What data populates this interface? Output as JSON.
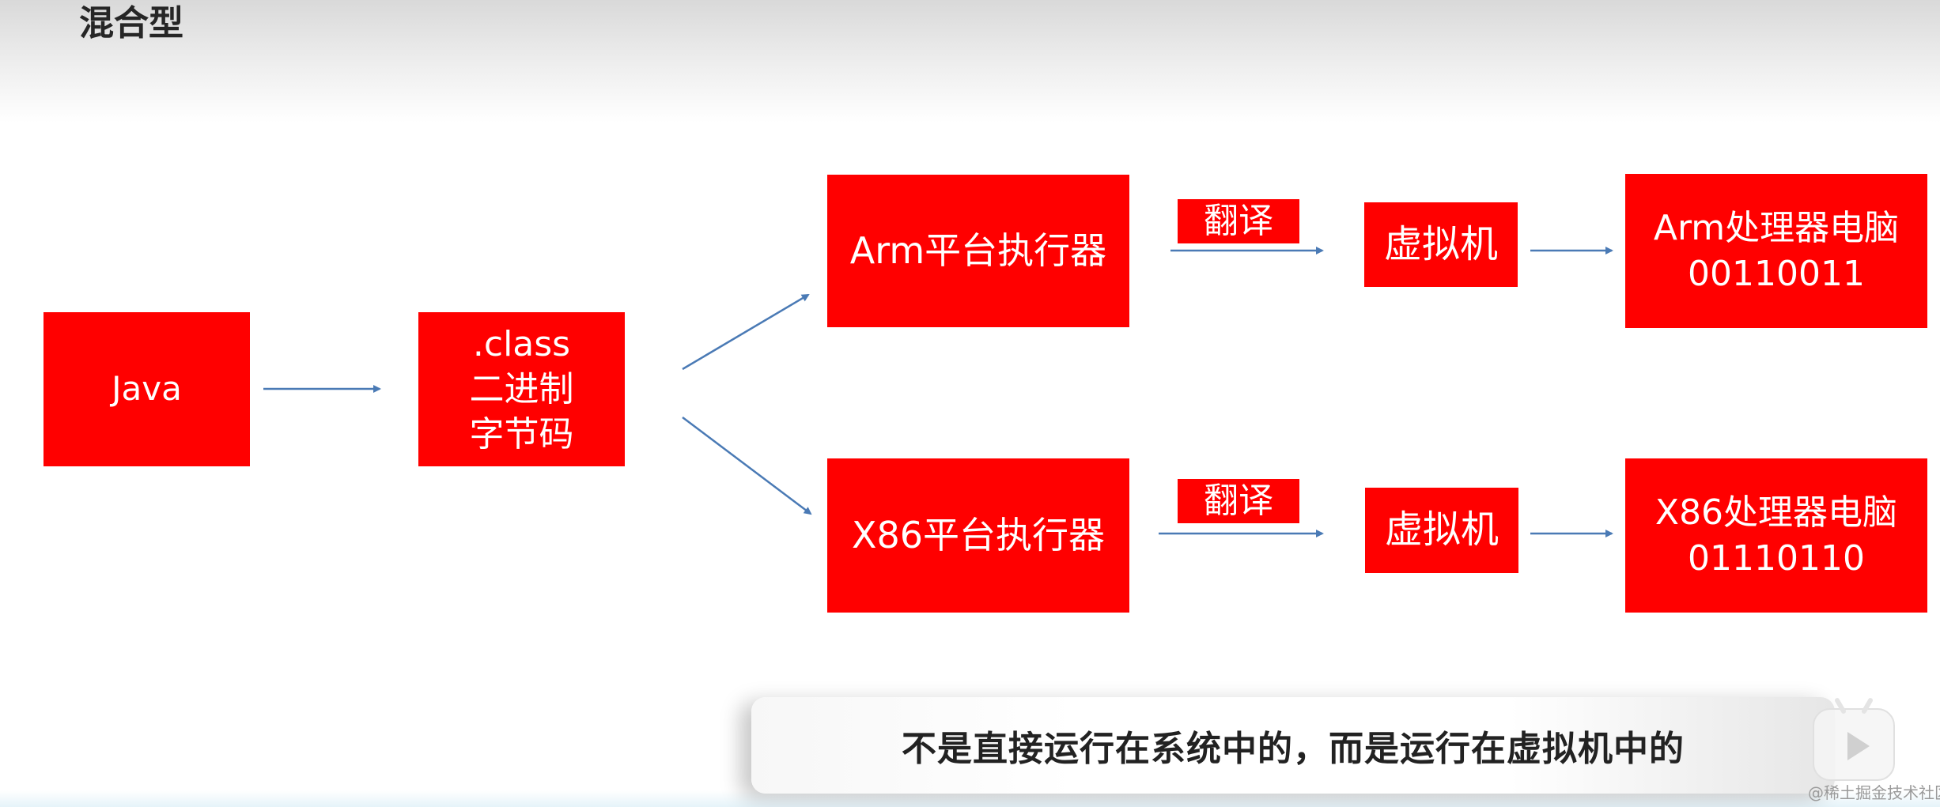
{
  "title": "混合型",
  "nodes": {
    "java": [
      "Java"
    ],
    "bytecode": [
      ".class",
      "二进制",
      "字节码"
    ],
    "arm_executor": [
      "Arm平台执行器"
    ],
    "x86_executor": [
      "X86平台执行器"
    ],
    "vm_top": [
      "虚拟机"
    ],
    "vm_bottom": [
      "虚拟机"
    ],
    "arm_pc": [
      "Arm处理器电脑",
      "00110011"
    ],
    "x86_pc": [
      "X86处理器电脑",
      "01110110"
    ]
  },
  "labels": {
    "translate_top": "翻译",
    "translate_bottom": "翻译"
  },
  "caption": "不是直接运行在系统中的，而是运行在虚拟机中的",
  "watermark": "@稀土掘金技术社区",
  "icons": {
    "play": "play-icon"
  },
  "colors": {
    "box_fill": "#ff0000",
    "box_text": "#ffffff",
    "arrow": "#4a7ab5"
  }
}
